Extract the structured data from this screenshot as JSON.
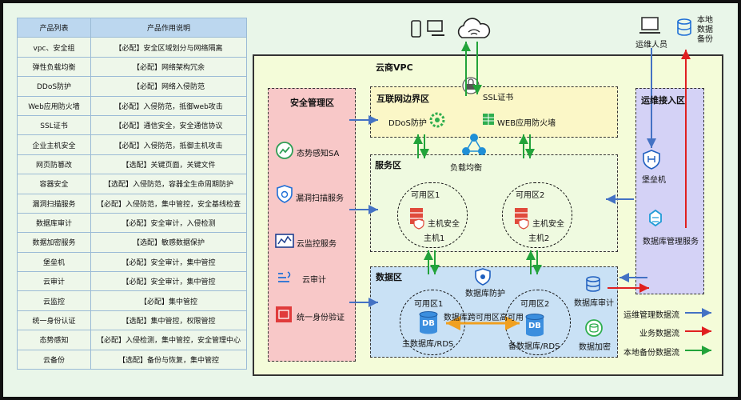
{
  "table": {
    "headers": [
      "产品列表",
      "产品作用说明"
    ],
    "rows": [
      [
        "vpc、安全组",
        "【必配】安全区域划分与网络隔离"
      ],
      [
        "弹性负载均衡",
        "【必配】网络架构冗余"
      ],
      [
        "DDoS防护",
        "【必配】网络入侵防范"
      ],
      [
        "Web应用防火墙",
        "【必配】入侵防范，抵御web攻击"
      ],
      [
        "SSL证书",
        "【必配】通信安全，安全通信协议"
      ],
      [
        "企业主机安全",
        "【必配】入侵防范，抵御主机攻击"
      ],
      [
        "网页防篡改",
        "【选配】关键页面，关键文件"
      ],
      [
        "容器安全",
        "【选配】入侵防范，容器全生命周期防护"
      ],
      [
        "漏洞扫描服务",
        "【必配】入侵防范，集中管控，安全基线检查"
      ],
      [
        "数据库审计",
        "【必配】安全审计，入侵检测"
      ],
      [
        "数据加密服务",
        "【选配】敏感数据保护"
      ],
      [
        "堡垒机",
        "【必配】安全审计，集中管控"
      ],
      [
        "云审计",
        "【必配】安全审计，集中管控"
      ],
      [
        "云监控",
        "【必配】集中管控"
      ],
      [
        "统一身份认证",
        "【选配】集中管控，权限管控"
      ],
      [
        "态势感知",
        "【必配】入侵检测，集中管控，安全管理中心"
      ],
      [
        "云备份",
        "【选配】备份与恢复，集中管控"
      ]
    ]
  },
  "diagram": {
    "vpc_title": "云商VPC",
    "ssl_label": "SSL证书",
    "ops_person": "运维人员",
    "local_backup": [
      "本地",
      "数据",
      "备份"
    ],
    "security_zone": {
      "title": "安全管理区",
      "items": [
        "态势感知SA",
        "漏洞扫描服务",
        "云监控服务",
        "云审计",
        "统一身份验证"
      ]
    },
    "internet_zone": {
      "title": "互联网边界区",
      "ddos": "DDoS防护",
      "waf": "WEB应用防火墙"
    },
    "lb_label": "负载均衡",
    "service_zone": {
      "title": "服务区",
      "az1": "可用区1",
      "az2": "可用区2",
      "host_security": "主机安全",
      "host1": "主机1",
      "host2": "主机2"
    },
    "data_zone": {
      "title": "数据区",
      "db_protect": "数据库防护",
      "az1": "可用区1",
      "az2": "可用区2",
      "db_icon": "DB",
      "primary_db": "主数据库/RDS",
      "backup_db": "备数据库/RDS",
      "cross_az": "数据库跨可用区高可用",
      "db_audit": "数据库审计",
      "db_encrypt": "数据加密"
    },
    "ops_zone": {
      "title": "运维接入区",
      "bastion": "堡垒机",
      "db_mgmt": "数据库管理服务"
    },
    "legend": [
      {
        "label": "运维管理数据流",
        "color": "#4472c4"
      },
      {
        "label": "业务数据流",
        "color": "#e02020"
      },
      {
        "label": "本地备份数据流",
        "color": "#22a33a"
      }
    ]
  }
}
